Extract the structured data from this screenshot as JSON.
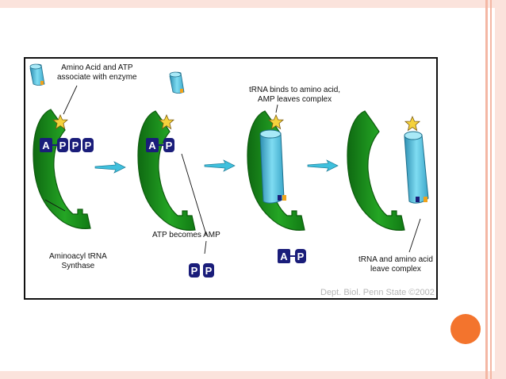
{
  "slide": {
    "accent_color": "#f3742d",
    "band_color": "#fbe3dc"
  },
  "diagram": {
    "labels": {
      "amino_atp": [
        "Amino Acid and ATP",
        "associate with enzyme"
      ],
      "trna_binds": [
        "tRNA binds to amino acid,",
        "AMP leaves complex"
      ],
      "atp_amp": "ATP becomes AMP",
      "synthase": [
        "Aminoacyl tRNA",
        "Synthase"
      ],
      "trna_leave": [
        "tRNA and amino acid",
        "leave complex"
      ],
      "credit": "Dept. Biol. Penn State ©2002"
    },
    "phosphate_letters": {
      "adenosine": "A",
      "phosphate": "P"
    },
    "colors": {
      "enzyme": "#1f9a1f",
      "enzyme_dark": "#0d5c0d",
      "trna": "#58c8e6",
      "trna_dark": "#1e6f8c",
      "phosphate_box": "#1a1d7a",
      "star": "#f5d23c",
      "arrow": "#3fc0dd"
    }
  }
}
